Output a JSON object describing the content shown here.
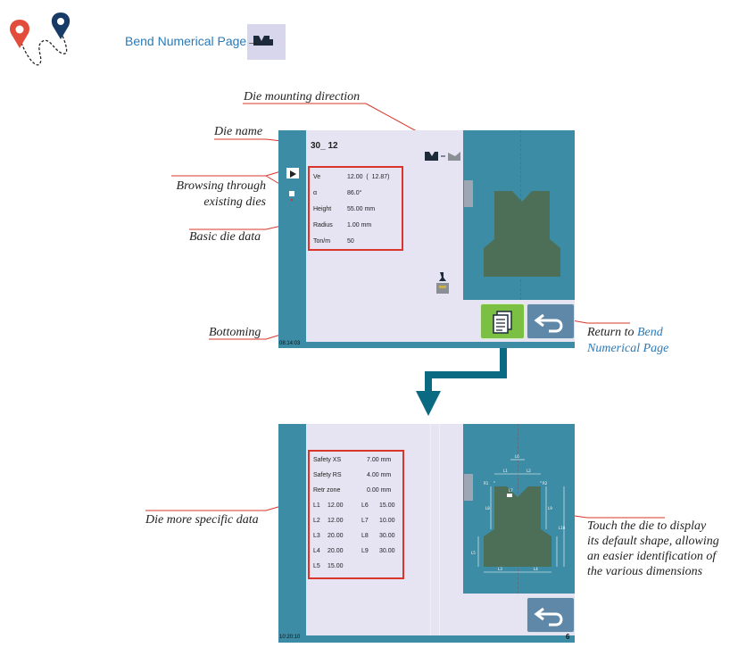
{
  "header": {
    "title": "Bend Numerical Page",
    "arrow": "→",
    "logo_icon": "map-route-pins-icon"
  },
  "screen1": {
    "die_name": "30_ 12",
    "time": "08:14:03",
    "data": [
      {
        "label": "Ve",
        "value": "12.00  (  12.87)"
      },
      {
        "label": "α",
        "value": "86.0°"
      },
      {
        "label": "Height",
        "value": "55.00 mm"
      },
      {
        "label": "Radius",
        "value": "1.00 mm"
      },
      {
        "label": "Ton/m",
        "value": "50"
      }
    ]
  },
  "screen2": {
    "time": "10:20:10",
    "page_marker": "6",
    "safety": [
      {
        "label": "Safety XS",
        "value": "7.00 mm"
      },
      {
        "label": "Safety RS",
        "value": "4.00 mm"
      },
      {
        "label": "Retr zone",
        "value": "0.00 mm"
      }
    ],
    "dims": [
      {
        "l1": "L1",
        "v1": "12.00",
        "l2": "L6",
        "v2": "15.00"
      },
      {
        "l1": "L2",
        "v1": "12.00",
        "l2": "L7",
        "v2": "10.00"
      },
      {
        "l1": "L3",
        "v1": "20.00",
        "l2": "L8",
        "v2": "30.00"
      },
      {
        "l1": "L4",
        "v1": "20.00",
        "l2": "L9",
        "v2": "30.00"
      },
      {
        "l1": "L5",
        "v1": "15.00",
        "l2": "",
        "v2": ""
      }
    ],
    "diagram_labels": [
      "L1",
      "L2",
      "L3",
      "L4",
      "L5",
      "L6",
      "L7",
      "L8",
      "L9",
      "R1",
      "R2",
      "L10"
    ]
  },
  "annotations": {
    "die_mounting_direction": "Die mounting direction",
    "die_name": "Die name",
    "browsing_1": "Browsing through",
    "browsing_2": "existing dies",
    "basic_die_data": "Basic die data",
    "bottoming": "Bottoming",
    "return_prefix": "Return to ",
    "return_link_1": "Bend",
    "return_link_2": "Numerical Page",
    "die_more_specific": "Die more specific data",
    "touch_1": "Touch the die to display",
    "touch_2": "its default shape, allowing",
    "touch_3": "an easier identification of",
    "touch_4": "the various dimensions"
  },
  "colors": {
    "screen_teal": "#3d8ca5",
    "panel_lavender": "#e6e3f2",
    "die_green": "#4d6f58",
    "highlight_red": "#d9352a",
    "link_blue": "#2a7ab8",
    "flow_arrow": "#0a6a82",
    "copy_button": "#7bc043",
    "back_button": "#5f87a7"
  }
}
